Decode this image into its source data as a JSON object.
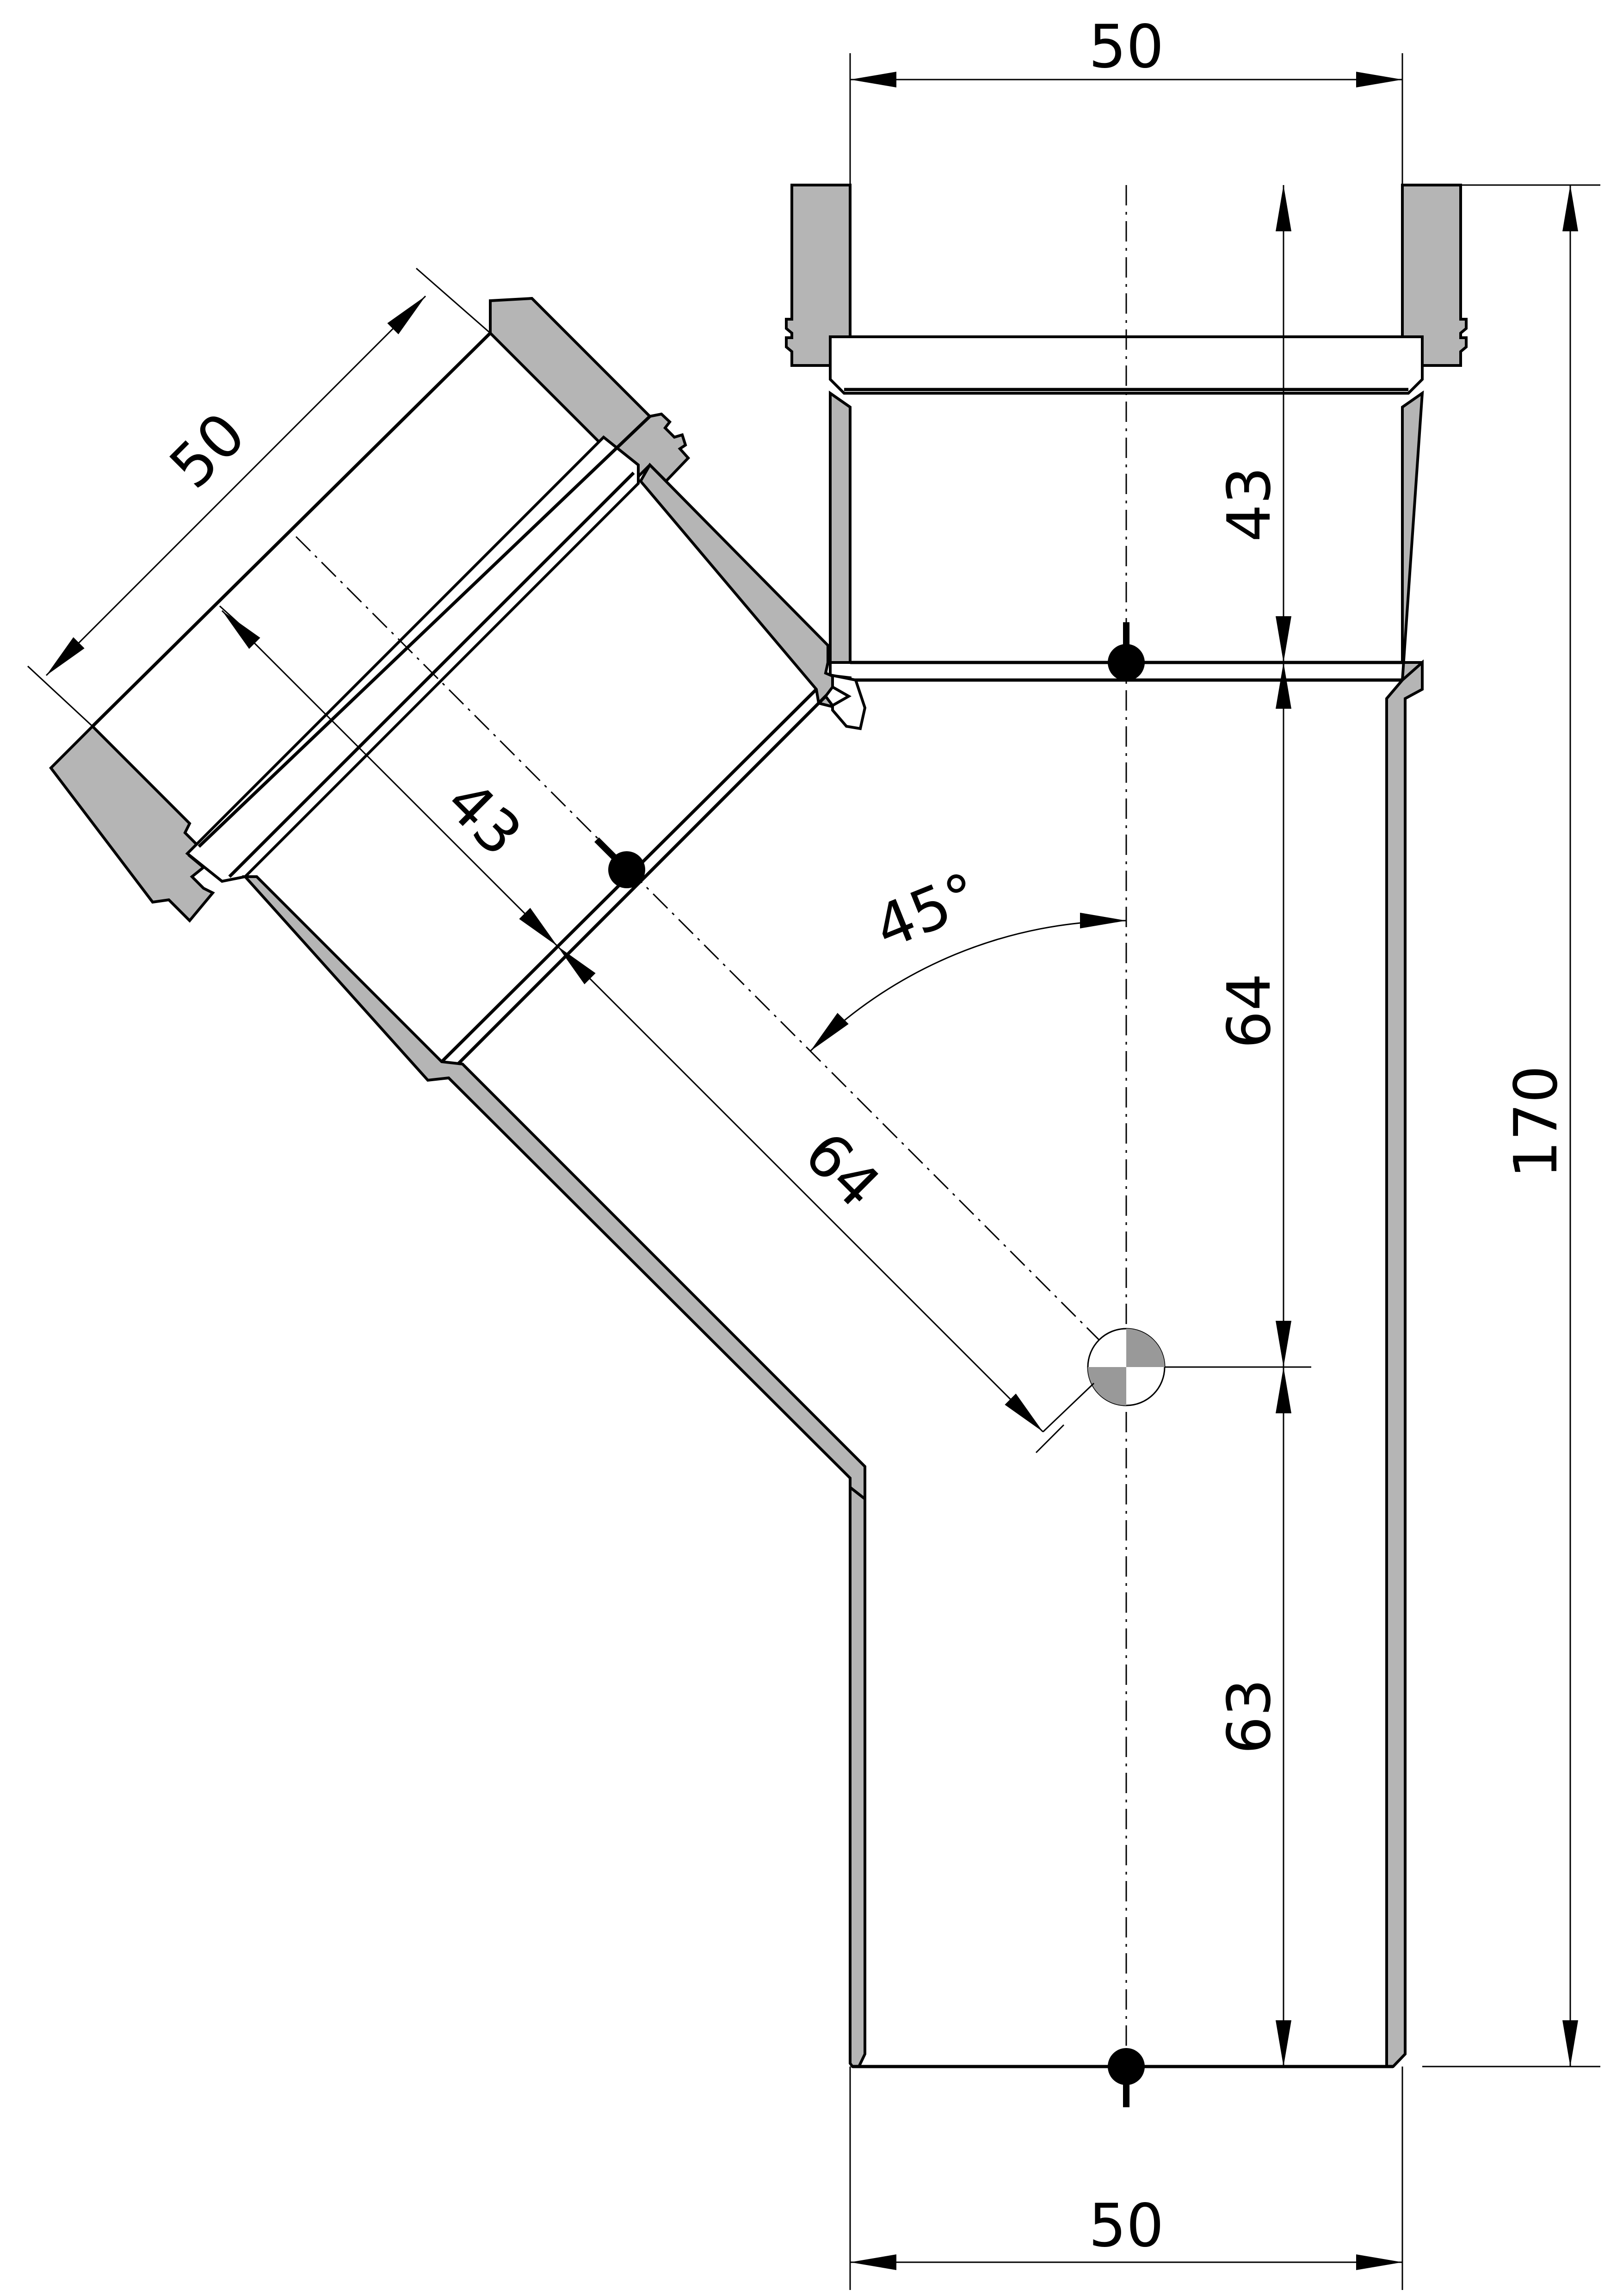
{
  "drawing": {
    "angle_label": "45°",
    "dimensions": {
      "top_diameter": "50",
      "bottom_diameter": "50",
      "branch_diameter": "50",
      "main_socket_depth": "43",
      "main_upper_length": "64",
      "main_lower_length": "63",
      "overall_length": "170",
      "branch_socket_depth": "43",
      "branch_length": "64"
    },
    "colors": {
      "wall_fill": "#b5b5b5",
      "line": "#000000",
      "background": "#ffffff"
    },
    "icons": {
      "center_marker": "quartered-circle-icon",
      "port_markers": "connection-point-arrow-icon"
    }
  }
}
